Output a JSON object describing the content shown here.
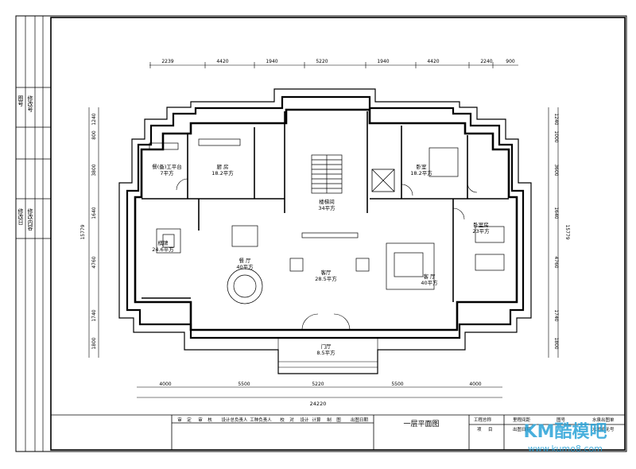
{
  "sheet": {
    "title": "一层平面图",
    "titleblock_cells": [
      "审",
      "定",
      "审",
      "核",
      "设计总负责人",
      "工种负责人",
      "校",
      "对",
      "设计",
      "计算",
      "制",
      "图",
      "出图日期"
    ],
    "right_block": [
      "工程总称",
      "项",
      "目",
      "里程间距",
      "图号",
      "出图日期",
      "水泉出图单",
      "水图纸无号"
    ],
    "left_strip": [
      "图号",
      "修改号",
      "修改日",
      "修改内容"
    ]
  },
  "dimensions": {
    "top": [
      "2239",
      "4420",
      "1940",
      "5220",
      "1940",
      "4420",
      "2240",
      "900"
    ],
    "bottom": [
      "4000",
      "5500",
      "5220",
      "5500",
      "4000"
    ],
    "bottom_total": "24220",
    "left": [
      "1240",
      "800",
      "3800",
      "1640",
      "4760",
      "1740",
      "1800"
    ],
    "right": [
      "1240",
      "1000",
      "3600",
      "1640",
      "4760",
      "1740",
      "1800"
    ],
    "side_total": "15779"
  },
  "rooms": [
    {
      "name": "餐(备)工平台",
      "area": "7平方"
    },
    {
      "name": "厨 房",
      "area": "18.2平方"
    },
    {
      "name": "楼梯间",
      "area": "34平方"
    },
    {
      "name": "卧室",
      "area": "18.2平方"
    },
    {
      "name": "棋牌",
      "area": "24.6平方"
    },
    {
      "name": "餐 厅",
      "area": "40平方"
    },
    {
      "name": "客厅",
      "area": "28.5平方"
    },
    {
      "name": "客 厅",
      "area": "40平方"
    },
    {
      "name": "卧室房",
      "area": "23平方"
    },
    {
      "name": "门厅",
      "area": "8.5平方"
    }
  ],
  "watermark": {
    "brand": "KM酷模吧",
    "url": "www.kumo8.com"
  }
}
